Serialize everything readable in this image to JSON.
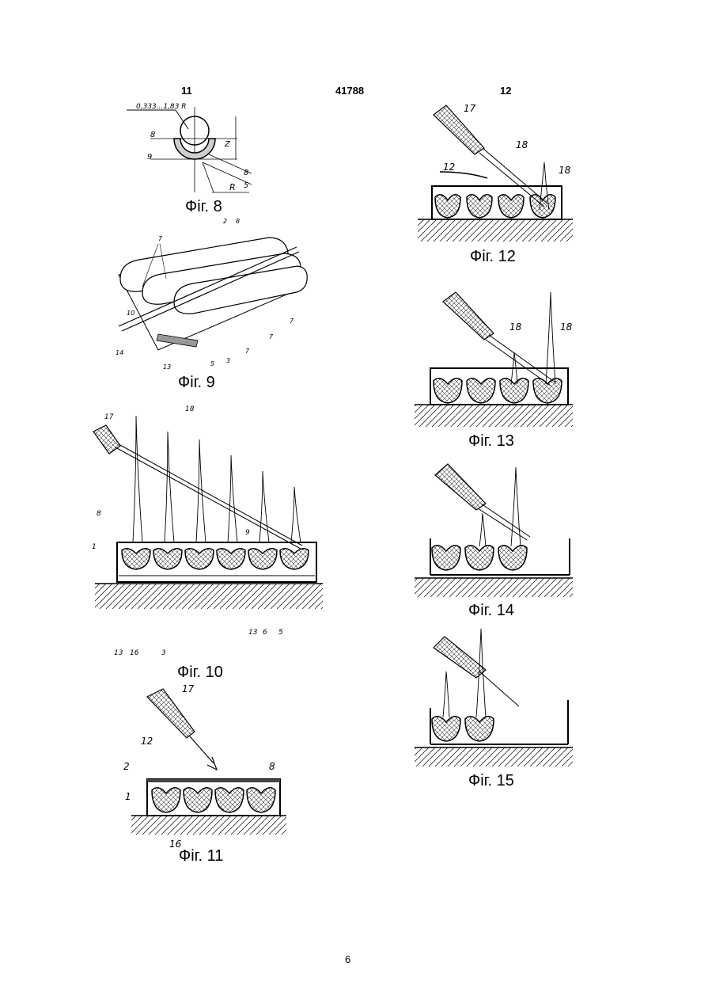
{
  "header": {
    "left": "11",
    "center": "41788",
    "right": "12"
  },
  "captions": {
    "fig8": "Фіг. 8",
    "fig9": "Фіг. 9",
    "fig10": "Фіг. 10",
    "fig11": "Фіг. 11",
    "fig12": "Фіг. 12",
    "fig13": "Фіг. 13",
    "fig14": "Фіг. 14",
    "fig15": "Фіг. 15"
  },
  "labels": {
    "fig8": {
      "dim": "0,333...1,83 R",
      "l8a": "8",
      "l9": "9",
      "lz": "Z",
      "l8b": "8",
      "l5": "5",
      "lR": "R"
    },
    "fig9": {
      "l7": "7",
      "l2": "2",
      "l8": "8",
      "l10": "10",
      "l14": "14",
      "l13": "13",
      "l5": "5",
      "l3": "3",
      "l7b": "7",
      "l7c": "7",
      "l7d": "7"
    },
    "fig10": {
      "l17": "17",
      "l18": "18",
      "l8": "8",
      "l9": "9",
      "l1": "1",
      "l13a": "13",
      "l16": "16",
      "l3": "3",
      "l13b": "13",
      "l6": "6",
      "l5": "5"
    },
    "fig11": {
      "l17": "17",
      "l12": "12",
      "l2": "2",
      "l8": "8",
      "l1": "1",
      "l16": "16"
    },
    "fig12": {
      "l17": "17",
      "l18a": "18",
      "l12": "12",
      "l18b": "18"
    },
    "fig13": {
      "l18a": "18",
      "l18b": "18"
    }
  },
  "page_number": "6"
}
